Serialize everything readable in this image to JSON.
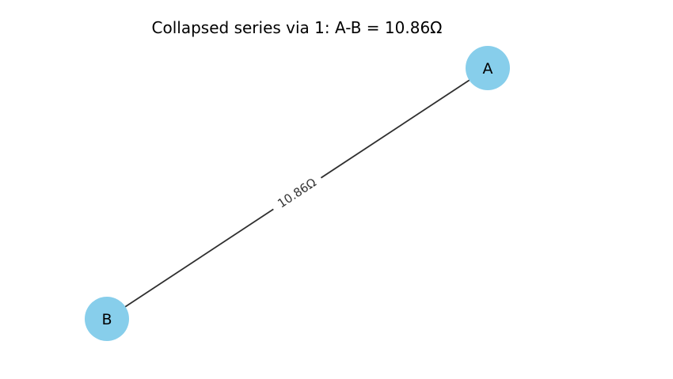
{
  "title": "Collapsed series via 1: A-B = 10.86Ω",
  "colors": {
    "node_fill": "#87ceeb",
    "edge": "#2f2f2f",
    "label_bg": "#ffffff"
  },
  "nodes": [
    {
      "id": "A",
      "label": "A"
    },
    {
      "id": "B",
      "label": "B"
    }
  ],
  "edges": [
    {
      "source": "A",
      "target": "B",
      "label": "10.86Ω"
    }
  ]
}
